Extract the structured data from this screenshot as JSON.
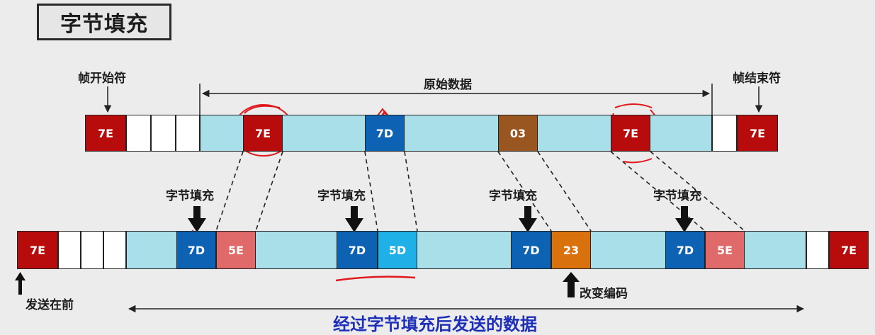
{
  "title": "字节填充",
  "labels": {
    "frame_start": "帧开始符",
    "frame_end": "帧结束符",
    "original_data": "原始数据",
    "stuffing": "字节填充",
    "send_first": "发送在前",
    "change_code": "改变编码",
    "sent_data": "经过字节填充后发送的数据"
  },
  "top_row": {
    "start_flag": "7E",
    "end_flag": "7E",
    "data_bytes": [
      "7E",
      "7D",
      "03",
      "7E"
    ]
  },
  "bottom_row": {
    "start_flag": "7E",
    "end_flag": "7E",
    "pairs": [
      {
        "escape": "7D",
        "value": "5E"
      },
      {
        "escape": "7D",
        "value": "5D"
      },
      {
        "escape": "7D",
        "value": "23"
      },
      {
        "escape": "7D",
        "value": "5E"
      }
    ]
  },
  "colors": {
    "flag_red": "#b80c0c",
    "escape_blue": "#0d62b3",
    "light_blue": "#1fb0e8",
    "pink": "#e06a6a",
    "orange": "#d9720d",
    "brown": "#9a5621",
    "data_bg": "#a9dfe8",
    "annotation_red": "#e0191f",
    "caption_blue": "#1e2fb8"
  }
}
